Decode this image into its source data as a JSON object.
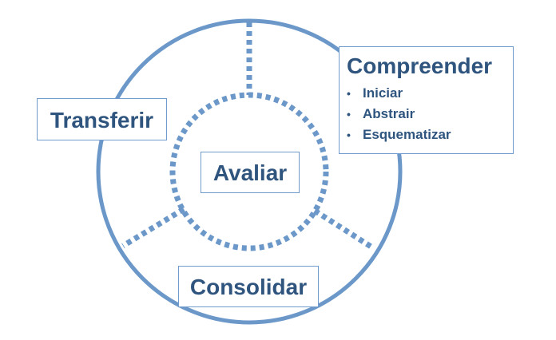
{
  "diagram": {
    "center": {
      "label": "Avaliar"
    },
    "sectors": [
      {
        "label": "Transferir"
      },
      {
        "label": "Compreender",
        "items": [
          "Iniciar",
          "Abstrair",
          "Esquematizar"
        ]
      },
      {
        "label": "Consolidar"
      }
    ]
  },
  "colors": {
    "stroke": "#6b98c9",
    "border": "#6f9ccc",
    "text": "#2f557f"
  }
}
